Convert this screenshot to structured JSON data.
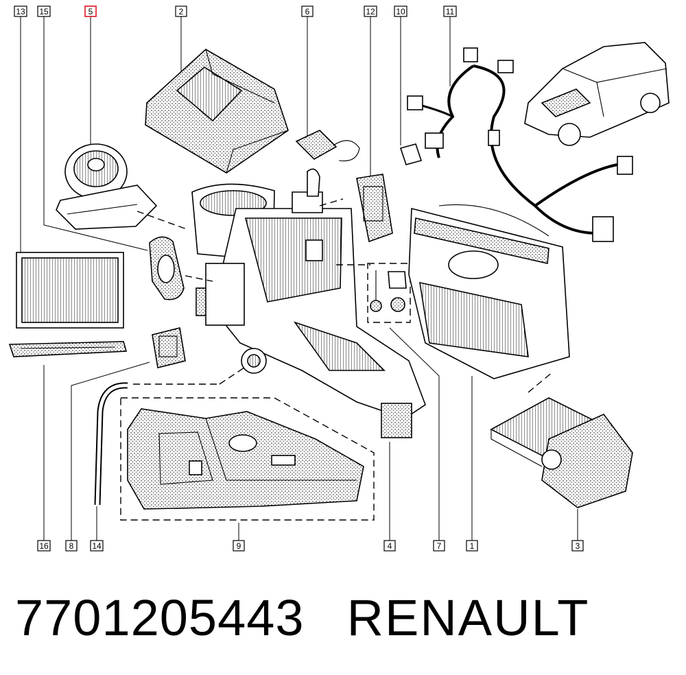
{
  "callouts": [
    {
      "id": "c13",
      "label": "13",
      "highlight": false
    },
    {
      "id": "c15",
      "label": "15",
      "highlight": false
    },
    {
      "id": "c5",
      "label": "5",
      "highlight": true
    },
    {
      "id": "c2",
      "label": "2",
      "highlight": false
    },
    {
      "id": "c6",
      "label": "6",
      "highlight": false
    },
    {
      "id": "c12",
      "label": "12",
      "highlight": false
    },
    {
      "id": "c10",
      "label": "10",
      "highlight": false
    },
    {
      "id": "c11",
      "label": "11",
      "highlight": false
    },
    {
      "id": "c16",
      "label": "16",
      "highlight": false
    },
    {
      "id": "c8",
      "label": "8",
      "highlight": false
    },
    {
      "id": "c14",
      "label": "14",
      "highlight": false
    },
    {
      "id": "c9",
      "label": "9",
      "highlight": false
    },
    {
      "id": "c4",
      "label": "4",
      "highlight": false
    },
    {
      "id": "c7",
      "label": "7",
      "highlight": false
    },
    {
      "id": "c1",
      "label": "1",
      "highlight": false
    },
    {
      "id": "c3",
      "label": "3",
      "highlight": false
    }
  ],
  "footer": {
    "part_number": "7701205443",
    "brand": "RENAULT"
  },
  "colors": {
    "ink": "#000000",
    "highlight": "#e0303a",
    "background": "#ffffff"
  }
}
